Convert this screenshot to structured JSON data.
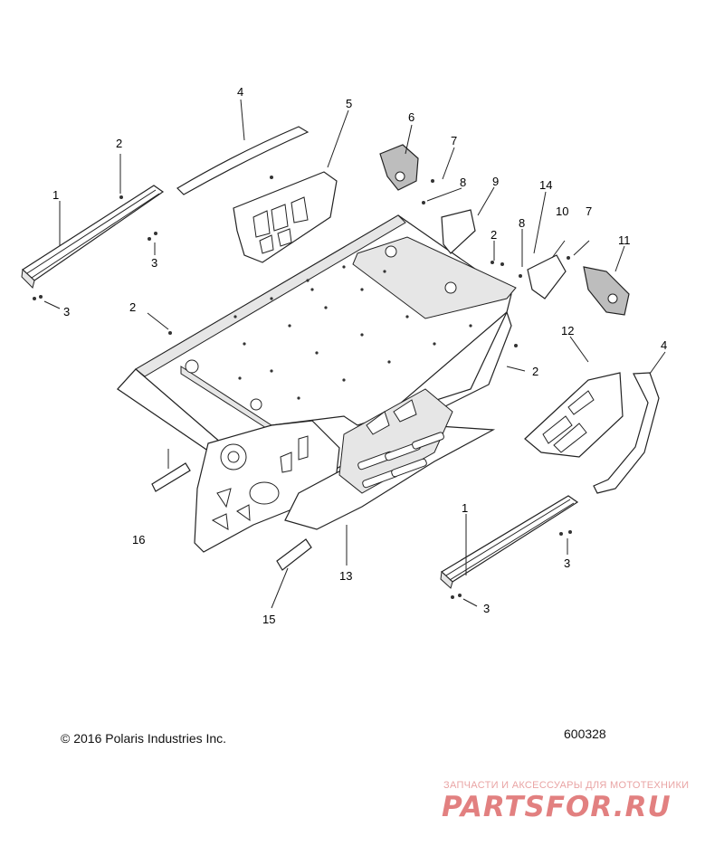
{
  "callouts": {
    "c1a": "1",
    "c2a": "2",
    "c3a": "3",
    "c3b": "3",
    "c4a": "4",
    "c5": "5",
    "c6": "6",
    "c7a": "7",
    "c8a": "8",
    "c9": "9",
    "c14": "14",
    "c10": "10",
    "c7b": "7",
    "c11": "11",
    "c2b": "2",
    "c8b": "8",
    "c2c": "2",
    "c2d": "2",
    "c12": "12",
    "c4b": "4",
    "c16": "16",
    "c13": "13",
    "c15": "15",
    "c1b": "1",
    "c3c": "3",
    "c3d": "3"
  },
  "footer": {
    "copyright": "© 2016 Polaris Industries Inc.",
    "figure_id": "600328"
  },
  "watermark": {
    "tagline": "ЗАПЧАСТИ И АКСЕССУАРЫ ДЛЯ МОТОТЕХНИКИ",
    "logo": "PARTSFOR.RU"
  },
  "colors": {
    "line": "#222222",
    "watermark": "#e28080"
  }
}
